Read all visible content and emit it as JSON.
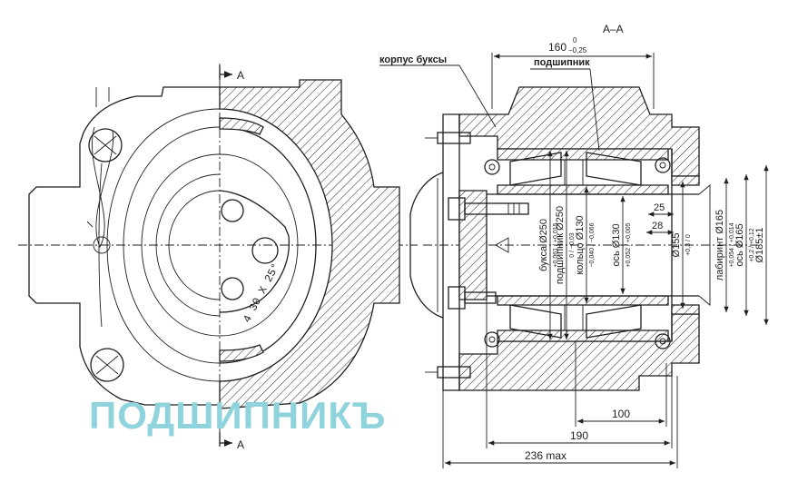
{
  "section_marks": {
    "top": "A",
    "bottom": "A",
    "view": "A–A"
  },
  "leaders": {
    "housing": "корпус буксы",
    "bearing": "подшипник"
  },
  "dims": {
    "top": "160",
    "top_tol_upper": "0",
    "top_tol_lower": "−0,25",
    "d100": "100",
    "d190": "190",
    "d236": "236 max",
    "d25": "25",
    "d28": "28",
    "bolt": "4 30 X 25°"
  },
  "vertical_dims": [
    {
      "text": "букса Ø250",
      "tol": "+0,061 / +0,015"
    },
    {
      "text": "подшипник Ø250",
      "tol": "0 / −0,03"
    },
    {
      "text": "кольцо Ø130",
      "tol": "−0,040 / −0,066"
    },
    {
      "text": "ось Ø130",
      "tol": "+0,052 / +0,005"
    },
    {
      "text": "Ø155",
      "tol": "+0,3 / 0"
    },
    {
      "text": "лабиринт Ø165",
      "tol": "+0,054 / +0,014"
    },
    {
      "text": "ось Ø165",
      "tol": "+0,2 / +0,12"
    },
    {
      "text": "Ø185±1",
      "tol": ""
    }
  ],
  "watermark": {
    "text": "ПОДШИПНИКЪ",
    "color": "#8fd3dc"
  }
}
